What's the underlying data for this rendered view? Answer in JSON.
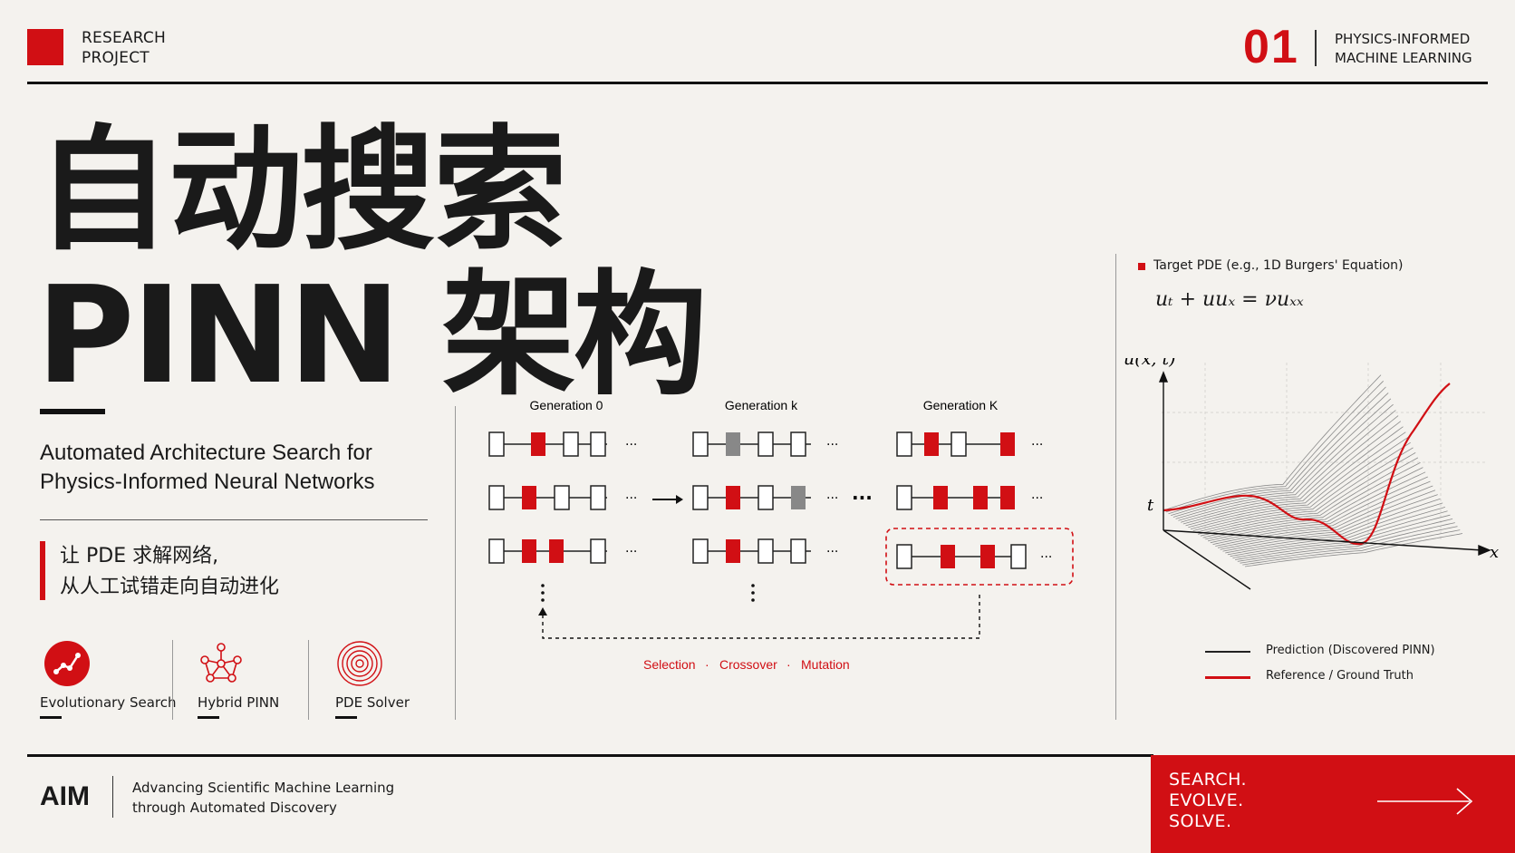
{
  "header": {
    "label_line1": "RESEARCH",
    "label_line2": "PROJECT",
    "number": "01",
    "topic_line1": "PHYSICS-INFORMED",
    "topic_line2": "MACHINE LEARNING"
  },
  "hero": {
    "title_line1": "自动搜索",
    "title_line2": "PINN 架构",
    "subtitle_line1": "Automated Architecture Search for",
    "subtitle_line2": "Physics-Informed Neural Networks",
    "quote_line1": "让 PDE 求解网络,",
    "quote_line2": "从人工试错走向自动进化"
  },
  "features": [
    {
      "label": "Evolutionary Search",
      "icon": "evolution-icon"
    },
    {
      "label": "Hybrid PINN",
      "icon": "network-icon"
    },
    {
      "label": "PDE Solver",
      "icon": "concentric-rings-icon"
    }
  ],
  "evolution_diagram": {
    "generations": [
      "Generation 0",
      "Generation k",
      "Generation K"
    ],
    "ops": [
      "Selection",
      "Crossover",
      "Mutation"
    ],
    "separator": "·",
    "ellipsis": "···"
  },
  "pde_panel": {
    "target_label": "Target PDE (e.g., 1D Burgers' Equation)",
    "equation": "uₜ + uuₓ = νuₓₓ",
    "axis_z": "u(x, t)",
    "axis_t": "t",
    "axis_x": "x",
    "legend_prediction": "Prediction (Discovered PINN)",
    "legend_reference": "Reference / Ground Truth"
  },
  "footer": {
    "brand": "AIM",
    "tagline_line1": "Advancing Scientific Machine Learning",
    "tagline_line2": "through Automated Discovery",
    "cta_line1": "SEARCH.",
    "cta_line2": "EVOLVE.",
    "cta_line3": "SOLVE."
  },
  "colors": {
    "accent": "#d10f14",
    "background": "#f4f2ee",
    "ink": "#111111"
  }
}
